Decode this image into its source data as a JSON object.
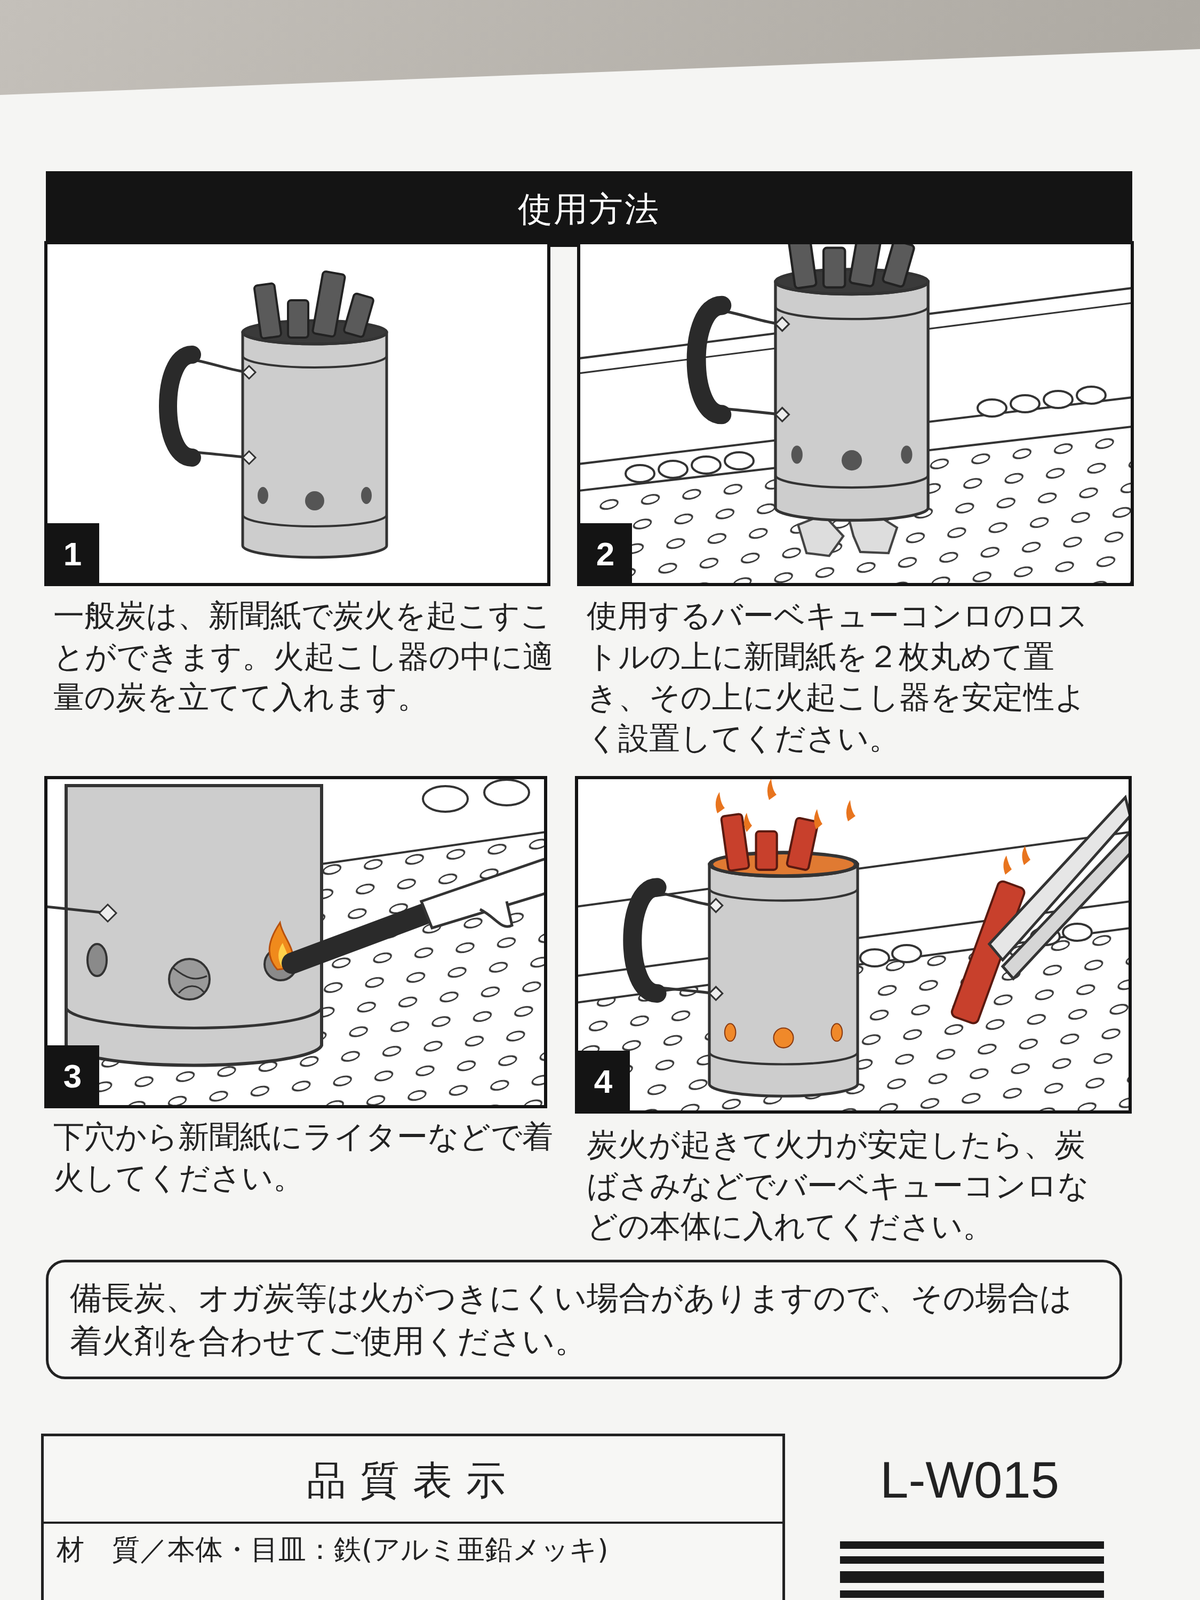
{
  "diagram": {
    "title": "使用方法",
    "nodes": [
      {
        "text": [
          "1"
        ]
      },
      {
        "text": [
          "2"
        ]
      },
      {
        "text": [
          "3"
        ]
      },
      {
        "text": [
          "4"
        ]
      },
      {
        "text": [
          "備長炭、オガ炭等は火がつきにくい場合がありますので、その場合は着火剤を合わせてご使用ください。"
        ]
      },
      {
        "text": [
          "品質表示",
          "材　質／本体・目皿：鉄(アルミ亜鉛メッキ)"
        ]
      }
    ],
    "labels": [
      "一般炭は、新聞紙で炭火を起こすことができます。火起こし器の中に適量の炭を立てて入れます。",
      "使用するバーベキューコンロのロストルの上に新聞紙を２枚丸めて置き、その上に火起こし器を安定性よく設置してください。",
      "下穴から新聞紙にライターなどで着火してください。",
      "炭火が起きて火力が安定したら、炭ばさみなどでバーベキューコンロなどの本体に入れてください。",
      "L-W015"
    ]
  }
}
